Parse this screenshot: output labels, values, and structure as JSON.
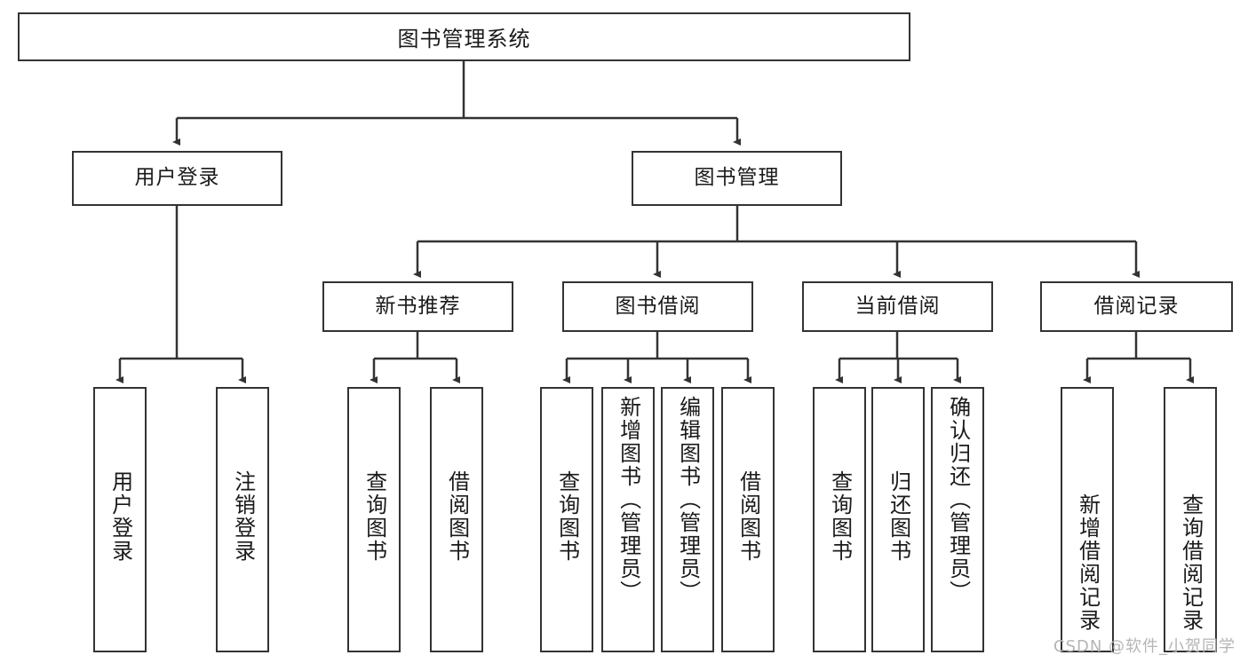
{
  "diagram": {
    "type": "tree",
    "title": "图书管理系统",
    "watermark": "CSDN @软件_小贺同学",
    "colors": {
      "stroke": "#333333",
      "fill": "#ffffff",
      "text": "#1a1a1a",
      "watermark": "#b5b5b5"
    },
    "root": {
      "label": "图书管理系统"
    },
    "level1": [
      {
        "id": "user-login",
        "label": "用户登录"
      },
      {
        "id": "book-manage",
        "label": "图书管理"
      }
    ],
    "level2": [
      {
        "id": "new-book-recommend",
        "label": "新书推荐",
        "parent": "book-manage"
      },
      {
        "id": "book-borrow",
        "label": "图书借阅",
        "parent": "book-manage"
      },
      {
        "id": "current-borrow",
        "label": "当前借阅",
        "parent": "book-manage"
      },
      {
        "id": "borrow-record",
        "label": "借阅记录",
        "parent": "book-manage"
      }
    ],
    "leaves": [
      {
        "id": "leaf-user-login",
        "label": "用户登录",
        "parent": "user-login"
      },
      {
        "id": "leaf-logout-login",
        "label": "注销登录",
        "parent": "user-login"
      },
      {
        "id": "leaf-query-book-1",
        "label": "查询图书",
        "parent": "new-book-recommend"
      },
      {
        "id": "leaf-borrow-book-1",
        "label": "借阅图书",
        "parent": "new-book-recommend"
      },
      {
        "id": "leaf-query-book-2",
        "label": "查询图书",
        "parent": "book-borrow"
      },
      {
        "id": "leaf-add-book",
        "label": "新增图书（管理员）",
        "parent": "book-borrow"
      },
      {
        "id": "leaf-edit-book",
        "label": "编辑图书（管理员）",
        "parent": "book-borrow"
      },
      {
        "id": "leaf-borrow-book-2",
        "label": "借阅图书",
        "parent": "book-borrow"
      },
      {
        "id": "leaf-query-book-3",
        "label": "查询图书",
        "parent": "current-borrow"
      },
      {
        "id": "leaf-return-book",
        "label": "归还图书",
        "parent": "current-borrow"
      },
      {
        "id": "leaf-confirm-return",
        "label": "确认归还（管理员）",
        "parent": "current-borrow"
      },
      {
        "id": "leaf-add-record",
        "label": "新增借阅记录",
        "parent": "borrow-record"
      },
      {
        "id": "leaf-query-record",
        "label": "查询借阅记录",
        "parent": "borrow-record"
      }
    ]
  }
}
